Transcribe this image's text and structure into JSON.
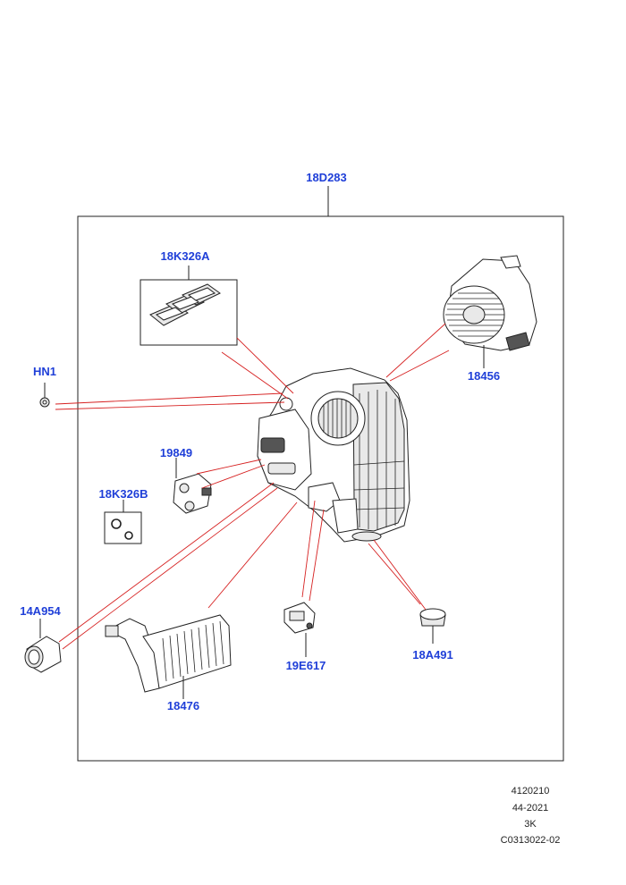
{
  "assembly": {
    "label": "18D283"
  },
  "parts": {
    "gasket_set": "18K326A",
    "blower_motor": "18456",
    "clip": "HN1",
    "expansion_valve": "19849",
    "seal_kit": "18K326B",
    "connector": "14A954",
    "heater_core": "18476",
    "actuator": "19E617",
    "grommet": "18A491"
  },
  "footer": {
    "code1": "4120210",
    "code2": "44-2021",
    "code3": "3K",
    "code4": "C0313022-02"
  },
  "colors": {
    "callout": "#1f3fd8",
    "leader_red": "#d62020",
    "outline": "#222222"
  }
}
